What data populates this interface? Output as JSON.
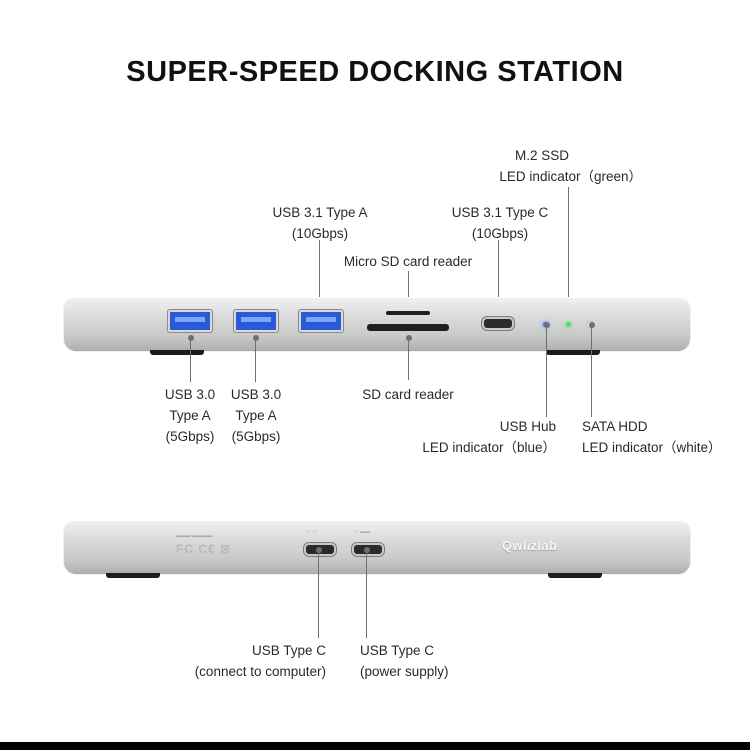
{
  "title": "SUPER-SPEED DOCKING STATION",
  "front": {
    "callouts_above": [
      {
        "id": "usb31a",
        "lines": [
          "USB 3.1 Type A",
          "(10Gbps)"
        ]
      },
      {
        "id": "microsd",
        "lines": [
          "Micro SD card reader"
        ]
      },
      {
        "id": "usb31c",
        "lines": [
          "USB 3.1 Type C",
          "(10Gbps)"
        ]
      },
      {
        "id": "m2led",
        "lines": [
          "M.2 SSD",
          "LED indicator（green）"
        ]
      }
    ],
    "callouts_below": [
      {
        "id": "usb30a1",
        "lines": [
          "USB 3.0",
          "Type A",
          "(5Gbps)"
        ]
      },
      {
        "id": "usb30a2",
        "lines": [
          "USB 3.0",
          "Type A",
          "(5Gbps)"
        ]
      },
      {
        "id": "sd",
        "lines": [
          "SD card reader"
        ]
      },
      {
        "id": "hubled",
        "lines": [
          "USB Hub",
          "LED indicator（blue）"
        ]
      },
      {
        "id": "sataled",
        "lines": [
          "SATA HDD",
          "LED indicator（white）"
        ]
      }
    ],
    "led_colors": {
      "usb_hub": "#2f7df6",
      "m2_ssd": "#49e25a",
      "sata_hdd": "#f4f4f4"
    }
  },
  "back": {
    "brand": "Qwlizlab",
    "callouts_below": [
      {
        "id": "typec_computer",
        "lines": [
          "USB Type C",
          "(connect to computer)"
        ]
      },
      {
        "id": "typec_power",
        "lines": [
          "USB Type C",
          "(power supply)"
        ]
      }
    ]
  },
  "icons": [
    "usb-a-port-icon",
    "usb-c-port-icon",
    "card-slot-icon",
    "led-icon",
    "certification-marks-icon"
  ]
}
